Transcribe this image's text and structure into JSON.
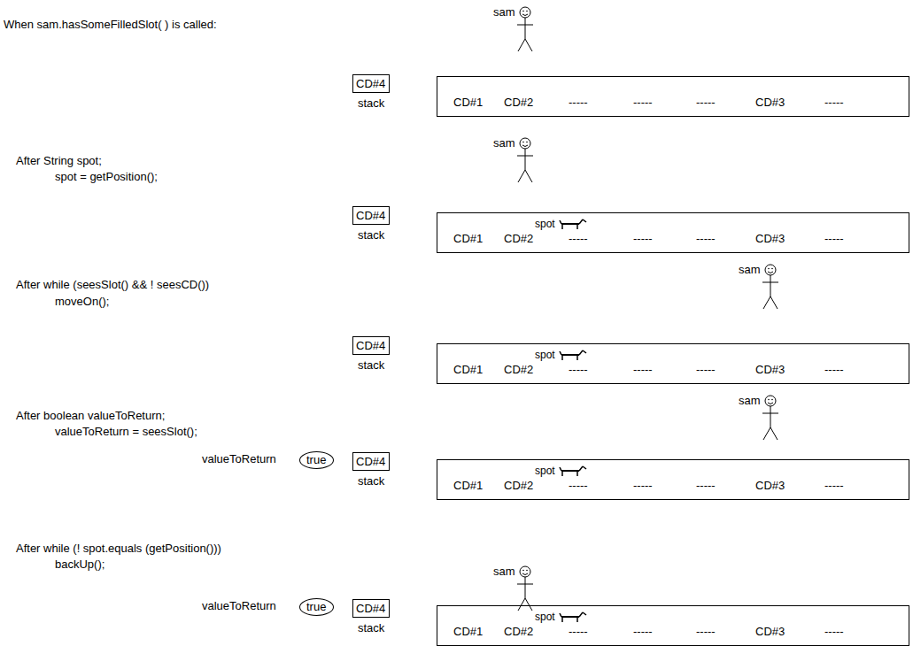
{
  "diagram": {
    "nodes": [
      {
        "text": [
          "CD#4",
          "stack"
        ]
      },
      {
        "text": [
          "CD#1",
          "CD#2",
          "-----",
          "-----",
          "-----",
          "CD#3",
          "-----"
        ]
      },
      {
        "text": [
          "CD#4",
          "stack"
        ]
      },
      {
        "text": [
          "CD#1",
          "CD#2",
          "-----",
          "-----",
          "-----",
          "CD#3",
          "-----"
        ]
      },
      {
        "text": [
          "CD#4",
          "stack"
        ]
      },
      {
        "text": [
          "CD#1",
          "CD#2",
          "-----",
          "-----",
          "-----",
          "CD#3",
          "-----"
        ]
      },
      {
        "text": [
          "true"
        ]
      },
      {
        "text": [
          "CD#4",
          "stack"
        ]
      },
      {
        "text": [
          "CD#1",
          "CD#2",
          "-----",
          "-----",
          "-----",
          "CD#3",
          "-----"
        ]
      },
      {
        "text": [
          "true"
        ]
      },
      {
        "text": [
          "CD#4",
          "stack"
        ]
      },
      {
        "text": [
          "CD#1",
          "CD#2",
          "-----",
          "-----",
          "-----",
          "CD#3",
          "-----"
        ]
      }
    ],
    "labels": [
      "When sam.hasSomeFilledSlot( ) is called:",
      "sam",
      "After String spot;",
      "spot = getPosition();",
      "sam",
      "spot",
      "After while (seesSlot() && ! seesCD())",
      "moveOn();",
      "sam",
      "spot",
      "After boolean valueToReturn;",
      "valueToReturn = seesSlot();",
      "sam",
      "valueToReturn",
      "spot",
      "After while (! spot.equals (getPosition()))",
      "backUp();",
      "sam",
      "valueToReturn",
      "spot"
    ]
  }
}
